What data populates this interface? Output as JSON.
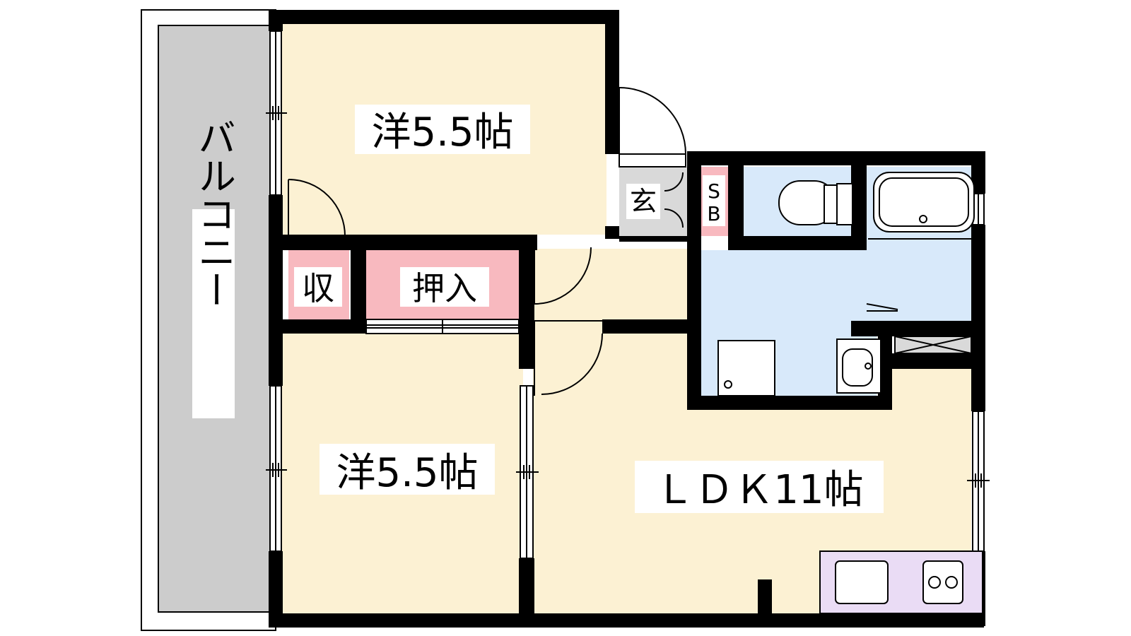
{
  "labels": {
    "balcony": "バルコニー",
    "room_upper": "洋5.5帖",
    "room_lower": "洋5.5帖",
    "ldk": "ＬＤＫ11帖",
    "closet_small": "収",
    "closet_oshiire": "押入",
    "genkan": "玄",
    "shoe_box_s": "S",
    "shoe_box_b": "B"
  },
  "colors": {
    "wall": "#000000",
    "room_floor": "#fcf1d3",
    "balcony": "#cccccc",
    "storage": "#f8b9bf",
    "wet_area": "#d8e9fa",
    "genkan_floor": "#d9d9d9",
    "kitchen": "#eadcf5",
    "label_bg": "#ffffff"
  }
}
